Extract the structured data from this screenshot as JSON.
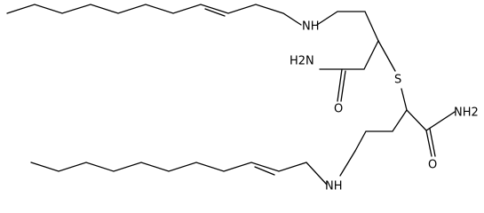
{
  "labels": {
    "nh_top": "NH",
    "nh_bottom": "NH",
    "sulfur": "S",
    "amide_left_n": "H2N",
    "amide_right_n": "NH2",
    "oxygen_left": "O",
    "oxygen_right": "O"
  },
  "colors": {
    "bond": "#000000",
    "text": "#000000",
    "background": "#ffffff"
  }
}
